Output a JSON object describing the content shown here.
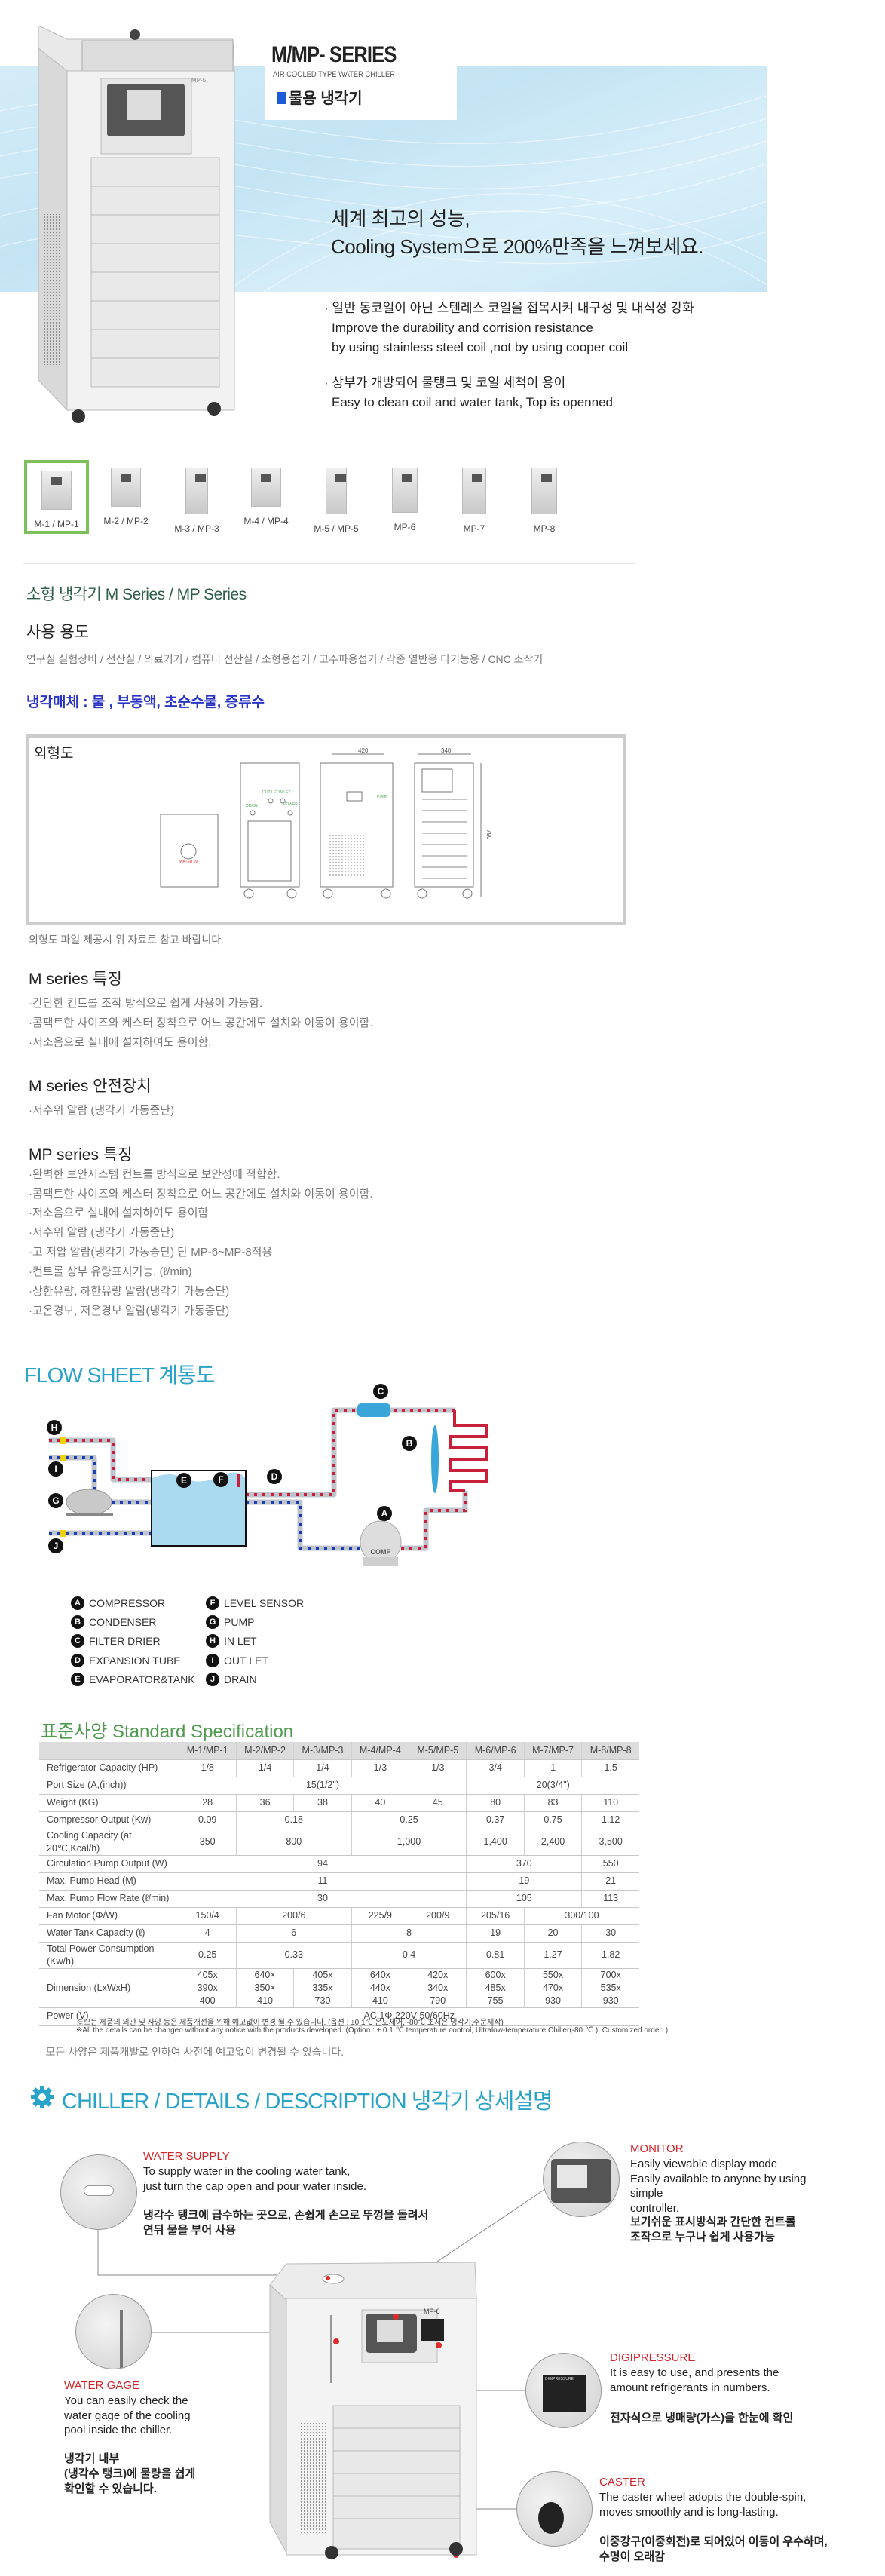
{
  "header": {
    "series_title": "M/MP- SERIES",
    "subtitle": "AIR COOLED TYPE WATER CHILLER",
    "category": "물용 냉각기",
    "product_model": "MP-5",
    "tagline1": "세계 최고의 성능,",
    "tagline2": "Cooling System으로 200%만족을 느껴보세요.",
    "features": [
      {
        "ko": "· 일반 동코일이 아닌 스텐레스 코일을 접목시켜 내구성 및 내식성 강화",
        "en": "Improve the durability and corrision resistance\nby using stainless steel coil ,not by using  cooper coil"
      },
      {
        "ko": "· 상부가 개방되어 물탱크 및 코일 세척이 용이",
        "en": "Easy to clean coil and water tank, Top is openned"
      }
    ]
  },
  "thumbnails": [
    "M-1 / MP-1",
    "M-2 / MP-2",
    "M-3 / MP-3",
    "M-4 / MP-4",
    "M-5 / MP-5",
    "MP-6",
    "MP-7",
    "MP-8"
  ],
  "intro": {
    "title": "소형 냉각기 M Series / MP Series",
    "usage_heading": "사용 용도",
    "usage_text": "연구실 실험장비 / 전산실 / 의료기기 / 컴퓨터 전산실 / 소형용접기 / 고주파용접기 / 각종 열반응 다기능용 / CNC 조작기",
    "medium": "냉각매체 : 물 , 부동액, 초순수물, 증류수"
  },
  "outline": {
    "title": "외형도",
    "dim_width": "420",
    "dim_depth": "340",
    "dim_height": "790",
    "label_outlet": "OUT LET",
    "label_inlet": "IN LET",
    "label_drain": "DRAIN",
    "label_power": "POWER",
    "label_pump": "PUMP",
    "label_water_in": "WATER IN",
    "note": "외형도 파일 제공시 위 자료로 참고 바랍니다."
  },
  "m_features": {
    "title": "M series 특징",
    "items": [
      "·간단한 컨트롤 조작 방식으로 쉽게 사용이 가능함.",
      "·콤팩트한 사이즈와 케스터 장착으로 어느 공간에도 설치와 이동이 용이함.",
      "·저소음으로 실내에 설치하여도 용이함."
    ]
  },
  "m_safety": {
    "title": "M series 안전장치",
    "items": [
      "·저수위 알람 (냉각기 가동중단)"
    ]
  },
  "mp_features": {
    "title": "MP series 특징",
    "items": [
      "·완벽한 보안시스템 컨트롤 방식으로 보안성에 적합함.",
      "·콤팩트한 사이즈와 케스터 장착으로 어느 공간에도 설치와 이동이 용이함.",
      "·저소음으로 실내에 설치하여도 용이함",
      "·저수위 알람 (냉각기 가동중단)",
      "·고 저압 알람(냉각기 가동중단) 단 MP-6~MP-8적용",
      "·컨트롤 상부 유량표시기능. (ℓ/min)",
      "·상한유량, 하한유량 알람(냉각기 가동중단)",
      "·고온경보, 저온경보 알람(냉각기 가동중단)"
    ]
  },
  "flow": {
    "title": "FLOW SHEET 계통도",
    "comp_label": "COMP",
    "legend": [
      {
        "key": "A",
        "label": "COMPRESSOR"
      },
      {
        "key": "B",
        "label": "CONDENSER"
      },
      {
        "key": "C",
        "label": "FILTER DRIER"
      },
      {
        "key": "D",
        "label": "EXPANSION TUBE"
      },
      {
        "key": "E",
        "label": "EVAPORATOR&TANK"
      },
      {
        "key": "F",
        "label": "LEVEL SENSOR"
      },
      {
        "key": "G",
        "label": "PUMP"
      },
      {
        "key": "H",
        "label": "IN LET"
      },
      {
        "key": "I",
        "label": "OUT LET"
      },
      {
        "key": "J",
        "label": "DRAIN"
      }
    ],
    "colors": {
      "hot": "#c8203a",
      "cold": "#1b3fb0",
      "water": "#a9daf0"
    }
  },
  "spec": {
    "title": "표준사양 Standard Specification",
    "columns": [
      "",
      "M-1/MP-1",
      "M-2/MP-2",
      "M-3/MP-3",
      "M-4/MP-4",
      "M-5/MP-5",
      "M-6/MP-6",
      "M-7/MP-7",
      "M-8/MP-8"
    ],
    "rows": [
      {
        "label": "Refrigerator Capacity (HP)",
        "cells": [
          {
            "v": "1/8"
          },
          {
            "v": "1/4"
          },
          {
            "v": "1/4"
          },
          {
            "v": "1/3"
          },
          {
            "v": "1/3"
          },
          {
            "v": "3/4"
          },
          {
            "v": "1"
          },
          {
            "v": "1.5"
          }
        ]
      },
      {
        "label": "Port Size (A,(inch))",
        "cells": [
          {
            "v": "15(1/2\")",
            "span": 5
          },
          {
            "v": "20(3/4\")",
            "span": 3
          }
        ]
      },
      {
        "label": "Weight (KG)",
        "cells": [
          {
            "v": "28"
          },
          {
            "v": "36"
          },
          {
            "v": "38"
          },
          {
            "v": "40"
          },
          {
            "v": "45"
          },
          {
            "v": "80"
          },
          {
            "v": "83"
          },
          {
            "v": "110"
          }
        ]
      },
      {
        "label": "Compressor Output (Kw)",
        "cells": [
          {
            "v": "0.09"
          },
          {
            "v": "0.18",
            "span": 2
          },
          {
            "v": "0.25",
            "span": 2
          },
          {
            "v": "0.37"
          },
          {
            "v": "0.75"
          },
          {
            "v": "1.12"
          }
        ]
      },
      {
        "label": "Cooling Capacity (at 20℃,Kcal/h)",
        "cells": [
          {
            "v": "350"
          },
          {
            "v": "800",
            "span": 2
          },
          {
            "v": "1,000",
            "span": 2
          },
          {
            "v": "1,400"
          },
          {
            "v": "2,400"
          },
          {
            "v": "3,500"
          }
        ]
      },
      {
        "label": "Circulation Pump Output (W)",
        "cells": [
          {
            "v": "94",
            "span": 5
          },
          {
            "v": "370",
            "span": 2
          },
          {
            "v": "550"
          }
        ]
      },
      {
        "label": "Max. Pump Head (M)",
        "cells": [
          {
            "v": "11",
            "span": 5
          },
          {
            "v": "19",
            "span": 2
          },
          {
            "v": "21"
          }
        ]
      },
      {
        "label": "Max. Pump Flow Rate (ℓ/min)",
        "cells": [
          {
            "v": "30",
            "span": 5
          },
          {
            "v": "105",
            "span": 2
          },
          {
            "v": "113"
          }
        ]
      },
      {
        "label": "Fan Motor (Φ/W)",
        "cells": [
          {
            "v": "150/4"
          },
          {
            "v": "200/6",
            "span": 2
          },
          {
            "v": "225/9"
          },
          {
            "v": "200/9"
          },
          {
            "v": "205/16"
          },
          {
            "v": "300/100",
            "span": 2
          }
        ]
      },
      {
        "label": "Water Tank Capacity (ℓ)",
        "cells": [
          {
            "v": "4"
          },
          {
            "v": "6",
            "span": 2
          },
          {
            "v": "8",
            "span": 2
          },
          {
            "v": "19"
          },
          {
            "v": "20"
          },
          {
            "v": "30"
          }
        ]
      },
      {
        "label": "Total Power Consumption (Kw/h)",
        "cells": [
          {
            "v": "0.25"
          },
          {
            "v": "0.33",
            "span": 2
          },
          {
            "v": "0.4",
            "span": 2
          },
          {
            "v": "0.81"
          },
          {
            "v": "1.27"
          },
          {
            "v": "1.82"
          }
        ]
      },
      {
        "label": "Dimension (LxWxH)",
        "cells": [
          {
            "v": "405x\n390x\n400"
          },
          {
            "v": "640×\n350×\n410"
          },
          {
            "v": "405x\n335x\n730"
          },
          {
            "v": "640x\n440x\n410"
          },
          {
            "v": "420x\n340x\n790"
          },
          {
            "v": "600x\n485x\n755"
          },
          {
            "v": "550x\n470x\n930"
          },
          {
            "v": "700x\n535x\n930"
          }
        ]
      },
      {
        "label": "Power (V)",
        "cells": [
          {
            "v": "AC 1Φ 220V 50/60Hz",
            "span": 8
          }
        ]
      }
    ],
    "notes": [
      "※모든 제품의 외관 및 사양 등은 제품개선을 위해 예고없이 변경 될 수 있습니다. (옵션 : ±0.1℃ 온도제어, -80℃ 초저온 냉각기,주문제작)",
      "※All the details can be changed without any notice with the products developed. (Option : ± 0.1 ℃ temperature control, Ultralow-temperature Chiller(-80 ℃ ), Customized order. )"
    ],
    "disclaimer": "· 모든 사양은 제품개발로 인하여 사전에 예고없이 변경될 수 있습니다."
  },
  "details": {
    "title": "CHILLER / DETAILS / DESCRIPTION 냉각기 상세설명",
    "model_label": "MP-6",
    "water_supply": {
      "title": "WATER SUPPLY",
      "en": "To supply water in the cooling water tank,\njust turn the cap open and pour water inside.",
      "ko": "냉각수 탱크에 급수하는 곳으로, 손쉽게 손으로 뚜껑을 돌려서\n연뒤 물을 부어 사용"
    },
    "monitor": {
      "title": "MONITOR",
      "en": "Easily viewable display mode\nEasily available to anyone by using simple\ncontroller.",
      "ko": "보기쉬운 표시방식과 간단한 컨트롤\n조작으로 누구나 쉽게 사용가능"
    },
    "water_gage": {
      "title": "WATER GAGE",
      "en": "You can easily check the\nwater gage of the cooling\npool inside the chiller.",
      "ko": "냉각기 내부\n(냉각수 탱크)에 물량을 쉽게\n확인할 수 있습니다."
    },
    "digipressure": {
      "title": "DIGIPRESSURE",
      "en": "It is easy to use, and presents the\namount  refrigerants in numbers.",
      "ko": "전자식으로 냉매량(가스)을 한눈에 확인",
      "badge": "DIGIPRESSURE"
    },
    "caster": {
      "title": "CASTER",
      "en": "The caster wheel adopts the double-spin,\nmoves smoothly and is long-lasting.",
      "ko": "이중강구(이중회전)로 되어있어 이동이 우수하며,\n수명이 오래감"
    }
  }
}
